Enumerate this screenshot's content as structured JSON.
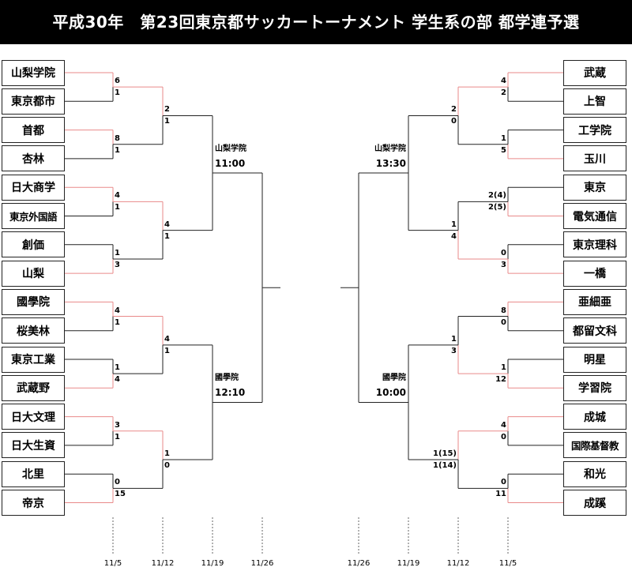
{
  "title": "平成30年　第23回東京都サッカートーナメント 学生系の部 都学連予選",
  "colors": {
    "title_bg": "#000000",
    "winner_line": "#e98a8a",
    "loser_line": "#222222"
  },
  "left": {
    "teams": [
      "山梨学院",
      "東京都市",
      "首都",
      "杏林",
      "日大商学",
      "東京外国語",
      "創価",
      "山梨",
      "國學院",
      "桜美林",
      "東京工業",
      "武蔵野",
      "日大文理",
      "日大生資",
      "北里",
      "帝京"
    ],
    "r1": [
      [
        "6",
        "1"
      ],
      [
        "8",
        "1"
      ],
      [
        "4",
        "1"
      ],
      [
        "1",
        "3"
      ],
      [
        "4",
        "1"
      ],
      [
        "1",
        "4"
      ],
      [
        "3",
        "1"
      ],
      [
        "0",
        "15"
      ]
    ],
    "r2": [
      [
        "2",
        "1"
      ],
      [
        "4",
        "1"
      ],
      [
        "4",
        "1"
      ],
      [
        "1",
        "0"
      ]
    ],
    "semis": [
      {
        "winner": "山梨学院",
        "time": "11:00"
      },
      {
        "winner": "國學院",
        "time": "12:10"
      }
    ]
  },
  "right": {
    "teams": [
      "武蔵",
      "上智",
      "工学院",
      "玉川",
      "東京",
      "電気通信",
      "東京理科",
      "一橋",
      "亜細亜",
      "都留文科",
      "明星",
      "学習院",
      "成城",
      "国際基督教",
      "和光",
      "成蹊"
    ],
    "r1": [
      [
        "4",
        "2"
      ],
      [
        "1",
        "5"
      ],
      [
        "2(4)",
        "2(5)"
      ],
      [
        "0",
        "3"
      ],
      [
        "8",
        "0"
      ],
      [
        "1",
        "12"
      ],
      [
        "4",
        "0"
      ],
      [
        "0",
        "11"
      ]
    ],
    "r2": [
      [
        "2",
        "0"
      ],
      [
        "1",
        "4"
      ],
      [
        "1",
        "3"
      ],
      [
        "1(15)",
        "1(14)"
      ]
    ],
    "semis": [
      {
        "winner": "山梨学院",
        "time": "13:30"
      },
      {
        "winner": "國學院",
        "time": "10:00"
      }
    ]
  },
  "dates_left": [
    "11/5",
    "11/12",
    "11/19",
    "11/26"
  ],
  "dates_right": [
    "11/26",
    "11/19",
    "11/12",
    "11/5"
  ]
}
